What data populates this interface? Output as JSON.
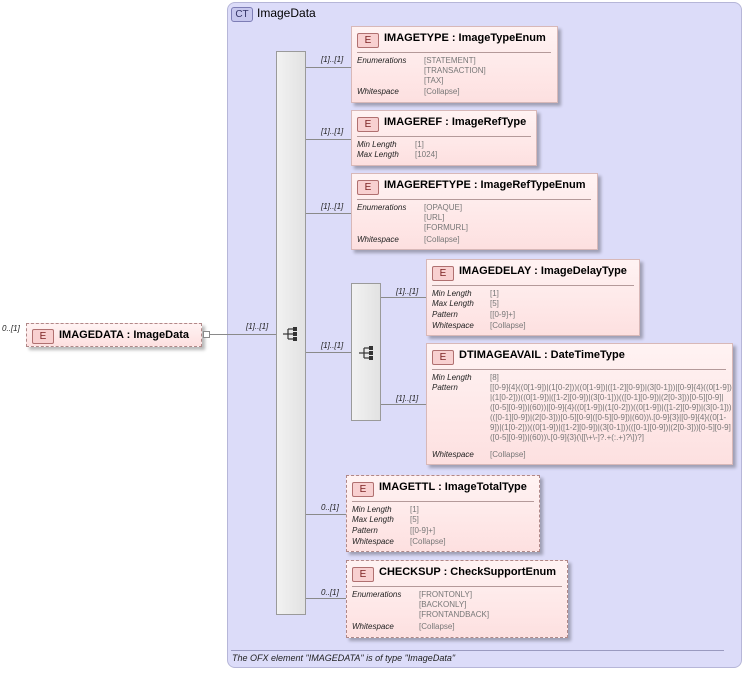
{
  "root": {
    "cardinality": "0..[1]",
    "badge": "E",
    "name": "IMAGEDATA : ImageData"
  },
  "complex_type": {
    "badge": "CT",
    "name": "ImageData",
    "sequence_cardinality": "[1]..[1]",
    "description": "The OFX element \"IMAGEDATA\" is of type \"ImageData\""
  },
  "elements": {
    "imagetype": {
      "cardinality": "[1]..[1]",
      "badge": "E",
      "title": "IMAGETYPE : ImageTypeEnum",
      "facets": [
        {
          "label": "Enumerations",
          "values": [
            "[STATEMENT]",
            "[TRANSACTION]",
            "[TAX]"
          ]
        },
        {
          "label": "Whitespace",
          "values": [
            "[Collapse]"
          ]
        }
      ]
    },
    "imageref": {
      "cardinality": "[1]..[1]",
      "badge": "E",
      "title": "IMAGEREF : ImageRefType",
      "facets": [
        {
          "label": "Min Length",
          "values": [
            "[1]"
          ]
        },
        {
          "label": "Max Length",
          "values": [
            "[1024]"
          ]
        }
      ]
    },
    "imagereftype": {
      "cardinality": "[1]..[1]",
      "badge": "E",
      "title": "IMAGEREFTYPE : ImageRefTypeEnum",
      "facets": [
        {
          "label": "Enumerations",
          "values": [
            "[OPAQUE]",
            "[URL]",
            "[FORMURL]"
          ]
        },
        {
          "label": "Whitespace",
          "values": [
            "[Collapse]"
          ]
        }
      ]
    },
    "inner_sequence": {
      "cardinality": "[1]..[1]"
    },
    "imagedelay": {
      "cardinality": "[1]..[1]",
      "badge": "E",
      "title": "IMAGEDELAY : ImageDelayType",
      "facets": [
        {
          "label": "Min Length",
          "values": [
            "[1]"
          ]
        },
        {
          "label": "Max Length",
          "values": [
            "[5]"
          ]
        },
        {
          "label": "Pattern",
          "values": [
            "[[0-9]+]"
          ]
        },
        {
          "label": "Whitespace",
          "values": [
            "[Collapse]"
          ]
        }
      ]
    },
    "dtimageavail": {
      "cardinality": "[1]..[1]",
      "badge": "E",
      "title": "DTIMAGEAVAIL : DateTimeType",
      "facets": [
        {
          "label": "Min Length",
          "values": [
            "[8]"
          ]
        },
        {
          "label": "Pattern",
          "values": [
            "[[0-9]{4}((0[1-9])|(1[0-2]))((0[1-9])|([1-2][0-9])|(3[0-1]))|[0-9]{4}((0[1-9])|(1[0-2]))((0[1-9])|([1-2][0-9])|(3[0-1]))(([0-1][0-9])|(2[0-3]))[0-5][0-9]|([0-5][0-9])|(60))|[0-9]{4}((0[1-9])|(1[0-2]))((0[1-9])|([1-2][0-9])|(3[0-1]))(([0-1][0-9])|(2[0-3]))[0-5][0-9]([0-5][0-9])|(60))\\.[0-9]{3}|[0-9]{4}((0[1-9])|(1[0-2]))((0[1-9])|([1-2][0-9])|(3[0-1]))(([0-1][0-9])|(2[0-3]))[0-5][0-9]([0-5][0-9])|(60))\\.[0-9]{3}(\\[[\\+\\-]?.+(:.+)?\\])?]"
          ]
        },
        {
          "label": "Whitespace",
          "values": [
            "[Collapse]"
          ]
        }
      ]
    },
    "imagettl": {
      "cardinality": "0..[1]",
      "badge": "E",
      "title": "IMAGETTL : ImageTotalType",
      "facets": [
        {
          "label": "Min Length",
          "values": [
            "[1]"
          ]
        },
        {
          "label": "Max Length",
          "values": [
            "[5]"
          ]
        },
        {
          "label": "Pattern",
          "values": [
            "[[0-9]+]"
          ]
        },
        {
          "label": "Whitespace",
          "values": [
            "[Collapse]"
          ]
        }
      ]
    },
    "checksup": {
      "cardinality": "0..[1]",
      "badge": "E",
      "title": "CHECKSUP : CheckSupportEnum",
      "facets": [
        {
          "label": "Enumerations",
          "values": [
            "[FRONTONLY]",
            "[BACKONLY]",
            "[FRONTANDBACK]"
          ]
        },
        {
          "label": "Whitespace",
          "values": [
            "[Collapse]"
          ]
        }
      ]
    }
  }
}
